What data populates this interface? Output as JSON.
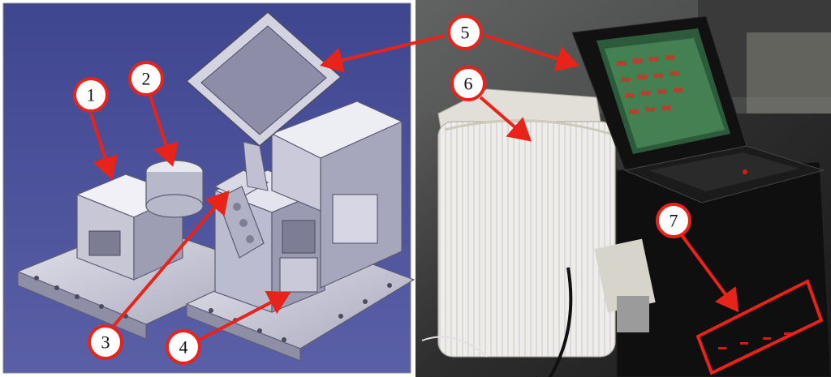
{
  "callouts": [
    {
      "id": 1,
      "label": "1"
    },
    {
      "id": 2,
      "label": "2"
    },
    {
      "id": 3,
      "label": "3"
    },
    {
      "id": 4,
      "label": "4"
    },
    {
      "id": 5,
      "label": "5"
    },
    {
      "id": 6,
      "label": "6"
    },
    {
      "id": 7,
      "label": "7"
    }
  ],
  "colors": {
    "callout_red": "#e8231a",
    "cad_background": "#4a4f97",
    "photo_background": "#2a2a2a",
    "cover_white": "#efede8",
    "screen_green": "#3d7a4a"
  }
}
